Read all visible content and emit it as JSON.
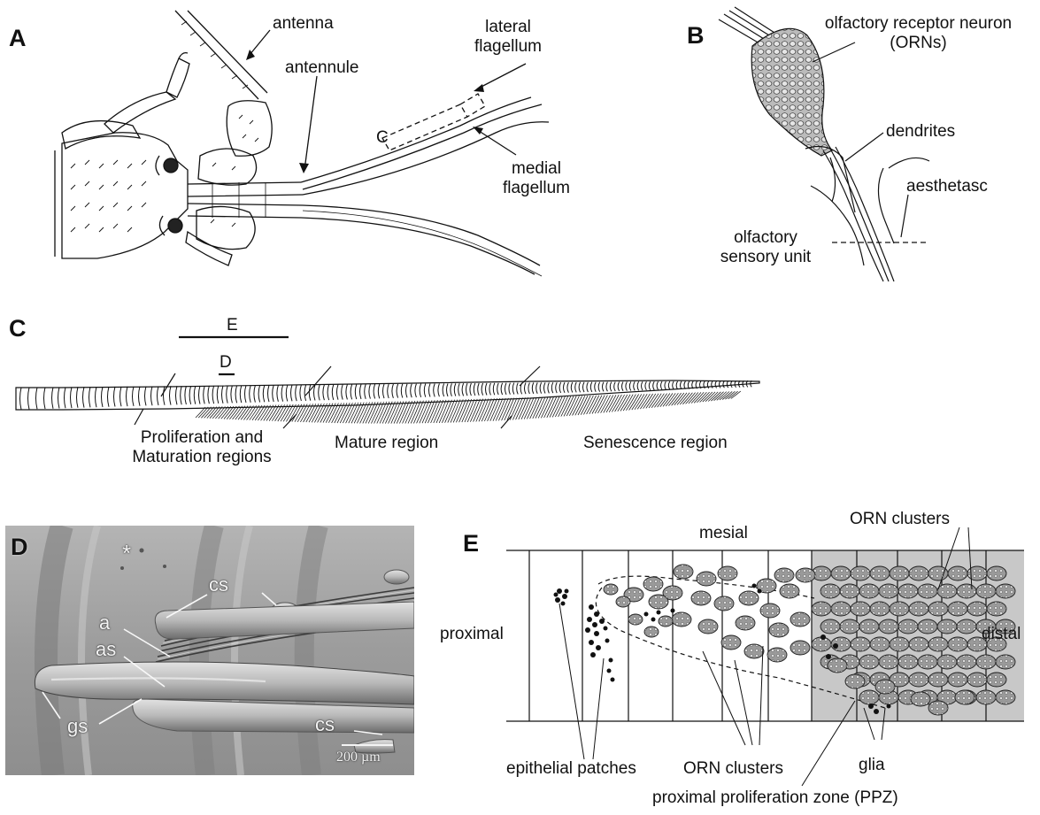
{
  "panels": {
    "a": {
      "letter": "A",
      "labels": {
        "antenna": "antenna",
        "antennule": "antennule",
        "lateral_flagellum": "lateral\nflagellum",
        "medial_flagellum": "medial\nflagellum",
        "c_box": "C"
      }
    },
    "b": {
      "letter": "B",
      "labels": {
        "orn": "olfactory receptor neuron\n(ORNs)",
        "dendrites": "dendrites",
        "aesthetasc": "aesthetasc",
        "sensory_unit": "olfactory\nsensory unit"
      }
    },
    "c": {
      "letter": "C",
      "labels": {
        "scale_e": "E",
        "scale_d": "D",
        "proliferation": "Proliferation and\nMaturation regions",
        "mature": "Mature region",
        "senescence": "Senescence region"
      }
    },
    "d": {
      "letter": "D",
      "labels": {
        "asterisk": "*",
        "cs_top": "cs",
        "a": "a",
        "as": "as",
        "gs": "gs",
        "cs_bottom": "cs",
        "scale": "200 µm"
      }
    },
    "e": {
      "letter": "E",
      "labels": {
        "mesial": "mesial",
        "orn_clusters_top": "ORN clusters",
        "proximal": "proximal",
        "distal": "distal",
        "epithelial": "epithelial patches",
        "orn_clusters_bottom": "ORN clusters",
        "glia": "glia",
        "ppz": "proximal proliferation zone (PPZ)"
      }
    }
  },
  "colors": {
    "line": "#111111",
    "sem_background": "#9a9a9a",
    "distal_shading": "#c8c8c8"
  }
}
